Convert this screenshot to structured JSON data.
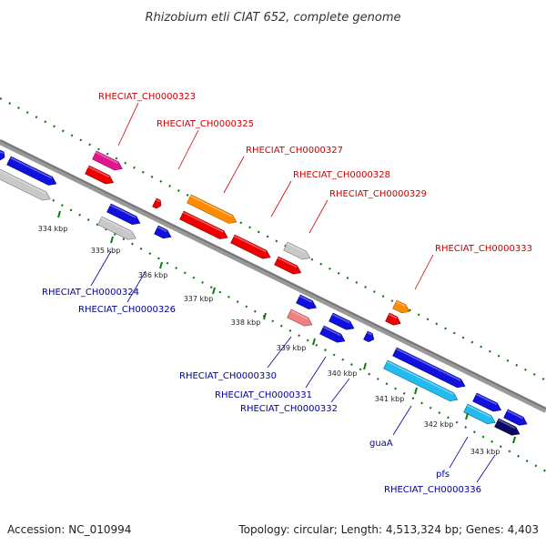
{
  "title": "Rhizobium etli CIAT 652, complete genome",
  "accession": "Accession: NC_010994",
  "summary": "Topology: circular; Length: 4,513,324 bp; Genes: 4,403",
  "colors": {
    "forward_label": "#cc0000",
    "reverse_label": "#000099",
    "backbone": "#888888",
    "dotted": "#117711",
    "tick": "#117711"
  },
  "ticks": [
    {
      "label": "334 kbp"
    },
    {
      "label": "335 kbp"
    },
    {
      "label": "336 kbp"
    },
    {
      "label": "337 kbp"
    },
    {
      "label": "338 kbp"
    },
    {
      "label": "339 kbp"
    },
    {
      "label": "340 kbp"
    },
    {
      "label": "341 kbp"
    },
    {
      "label": "342 kbp"
    },
    {
      "label": "343 kbp"
    }
  ],
  "forward_labels": [
    {
      "text": "RHECIAT_CH0000323"
    },
    {
      "text": "RHECIAT_CH0000325"
    },
    {
      "text": "RHECIAT_CH0000327"
    },
    {
      "text": "RHECIAT_CH0000328"
    },
    {
      "text": "RHECIAT_CH0000329"
    },
    {
      "text": "RHECIAT_CH0000333"
    }
  ],
  "reverse_labels": [
    {
      "text": "RHECIAT_CH0000324"
    },
    {
      "text": "RHECIAT_CH0000326"
    },
    {
      "text": "RHECIAT_CH0000330"
    },
    {
      "text": "RHECIAT_CH0000331"
    },
    {
      "text": "RHECIAT_CH0000332"
    },
    {
      "text": "guaA"
    },
    {
      "text": "pfs"
    },
    {
      "text": "RHECIAT_CH0000336"
    }
  ]
}
